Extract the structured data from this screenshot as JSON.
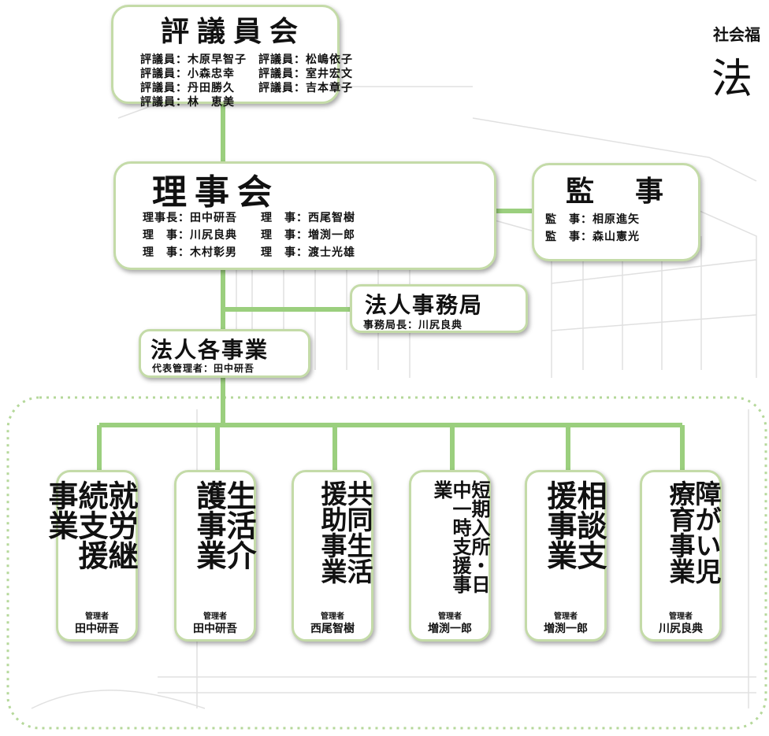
{
  "corner": {
    "line1": "社会福",
    "line2": "法"
  },
  "hyogiinkai": {
    "title": "評議員会",
    "rows": [
      "評議員：木原早智子　評議員：松嶋依子",
      "評議員：小森忠幸　　評議員：室井宏文",
      "評議員：丹田勝久　　評議員：吉本章子",
      "評議員：林　恵美"
    ]
  },
  "rijikai": {
    "title": "理事会",
    "rows": [
      "理事長：田中研吾　　理　事：西尾智樹",
      "理　事：川尻良典　　理　事：増渕一郎",
      "理　事：木村彰男　　理　事：渡士光雄"
    ]
  },
  "kanji": {
    "title": "監　事",
    "rows": [
      "監　事：相原進矢",
      "監　事：森山憲光"
    ]
  },
  "jimukyoku": {
    "title": "法人事務局",
    "sub": "事務局長：川尻良典"
  },
  "kakujigyo": {
    "title": "法人各事業",
    "sub": "代表管理者：田中研吾"
  },
  "services": [
    {
      "name": "就労継続支援事業",
      "manager_label": "管理者",
      "manager": "田中研吾"
    },
    {
      "name": "生活介護事業",
      "manager_label": "管理者",
      "manager": "田中研吾"
    },
    {
      "name": "共同生活援助事業",
      "manager_label": "管理者",
      "manager": "西尾智樹"
    },
    {
      "name": "短期入所・日中一時支援事業",
      "manager_label": "管理者",
      "manager": "増渕一郎"
    },
    {
      "name": "相談支援事業",
      "manager_label": "管理者",
      "manager": "増渕一郎"
    },
    {
      "name": "障がい児療育事業",
      "manager_label": "管理者",
      "manager": "川尻良典"
    }
  ],
  "colors": {
    "connector": "#9bcf7e",
    "border": "#c4dba8",
    "dashed": "#b5d89a"
  }
}
